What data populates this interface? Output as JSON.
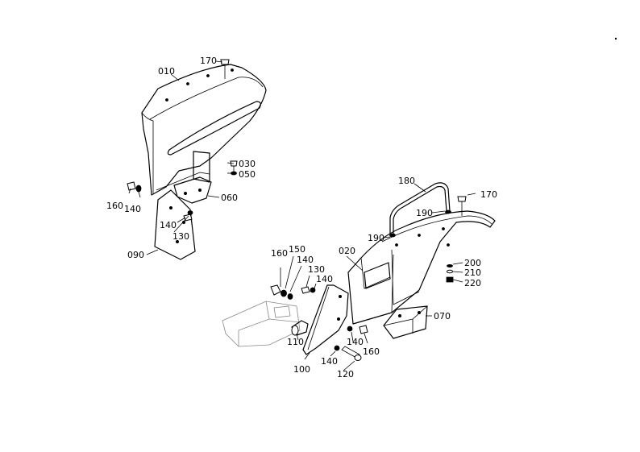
{
  "labels": {
    "p010": "010",
    "p170a": "170",
    "p030": "030",
    "p050": "050",
    "p060": "060",
    "p160a": "160",
    "p140a": "140",
    "p140b": "140",
    "p130a": "130",
    "p090": "090",
    "p180": "180",
    "p170b": "170",
    "p190a": "190",
    "p190b": "190",
    "p020": "020",
    "p200": "200",
    "p210": "210",
    "p220": "220",
    "p070": "070",
    "p160b": "160",
    "p150": "150",
    "p140c": "140",
    "p130b": "130",
    "p140d": "140",
    "p110": "110",
    "p100": "100",
    "p140e": "140",
    "p160c": "160",
    "p140f": "140",
    "p120": "120"
  },
  "colors": {
    "line": "#000000",
    "background": "#ffffff"
  }
}
